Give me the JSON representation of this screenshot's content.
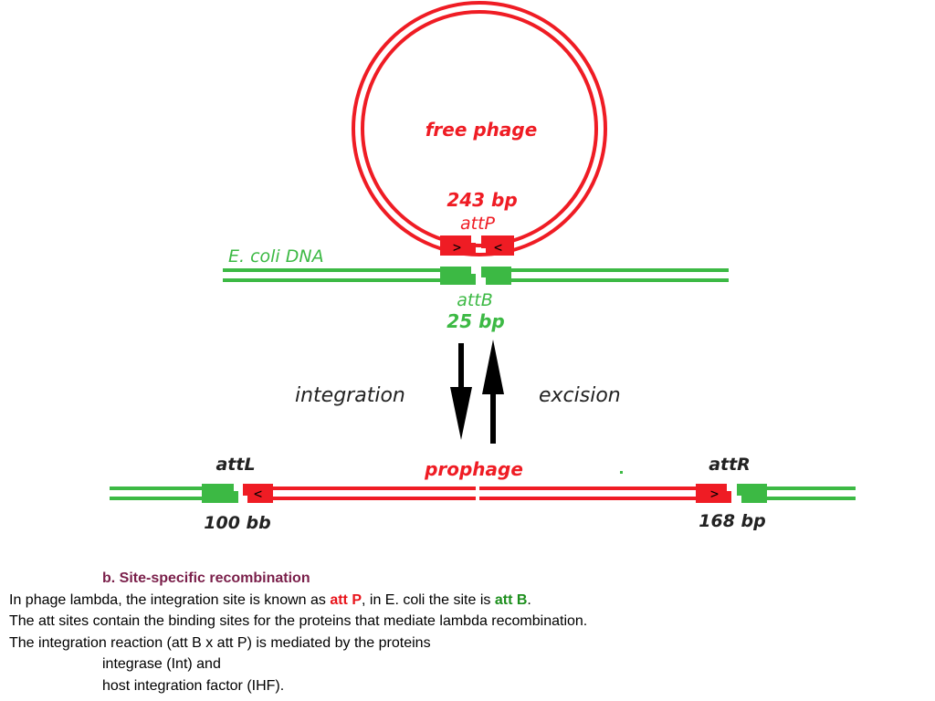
{
  "colors": {
    "phage_red": "#ef1c24",
    "ecoli_green": "#3cb944",
    "arrow_black": "#000000",
    "heading_maroon": "#7a1f4a"
  },
  "diagram": {
    "free_phage_label": "free phage",
    "attp_size": "243 bp",
    "attp_label": "attP",
    "ecoli_label": "E. coli DNA",
    "attb_label": "attB",
    "attb_size": "25 bp",
    "attp_left_mark": ">",
    "attp_right_mark": "<",
    "integration_label": "integration",
    "excision_label": "excision",
    "prophage_label": "prophage",
    "attl_label": "attL",
    "attl_size": "100 bb",
    "attl_mark": "<",
    "attr_label": "attR",
    "attr_size": "168 bp",
    "attr_mark": ">"
  },
  "caption": {
    "heading": "b. Site-specific recombination",
    "line1_pre": "In phage lambda, the integration site is known as ",
    "line1_attp": "att P",
    "line1_mid": ", in E. coli the site is ",
    "line1_attb": "att B",
    "line1_post": ".",
    "line2": "The att sites contain the binding sites for the proteins that mediate lambda recombination.",
    "line3": "The integration reaction (att B x att P) is mediated by the proteins",
    "line4": "integrase (Int) and",
    "line5": "host integration factor (IHF)."
  }
}
